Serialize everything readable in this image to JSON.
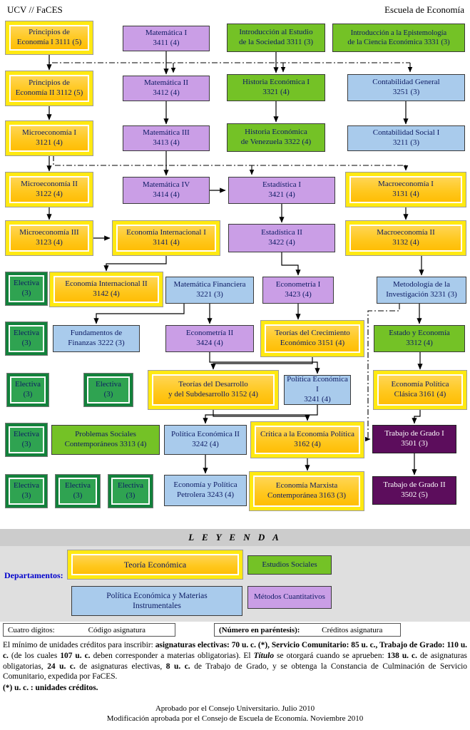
{
  "header": {
    "left": "UCV  //  FaCES",
    "right": "Escuela de Economía"
  },
  "courses": {
    "principios1": "Principios de\nEconomía I  3111  (5)",
    "matematica1": "Matemática  I\n3411  (4)",
    "intro_sociedad": "Introducción al Estudio\nde la Sociedad  3311  (3)",
    "intro_epistemologia": "Introducción a la Epistemología\nde la Ciencia  Económica  3331  (3)",
    "principios2": "Principios de\nEconomía II  3112  (5)",
    "matematica2": "Matemática  II\n3412  (4)",
    "historia1": "Historia Económica I\n3321  (4)",
    "contab_general": "Contabilidad General\n3251 (3)",
    "micro1": "Microeconomía  I\n3121  (4)",
    "matematica3": "Matemática  III\n3413  (4)",
    "historia_vzla": "Historia Económica\nde Venezuela  3322  (4)",
    "contab_social": "Contabilidad Social  I\n3211  (3)",
    "micro2": "Microeconomía  II\n3122  (4)",
    "matematica4": "Matemática  IV\n3414  (4)",
    "estadistica1": "Estadística  I\n3421  (4)",
    "macro1": "Macroeconomía  I\n3131  (4)",
    "micro3": "Microeconomía  III\n3123  (4)",
    "econ_int1": "Economía  Internacional  I\n3141  (4)",
    "estadistica2": "Estadística  II\n3422  (4)",
    "macro2": "Macroeconomía  II\n3132  (4)",
    "electiva": "Electiva\n(3)",
    "econ_int2": "Economía Internacional  II\n3142   (4)",
    "mat_financiera": "Matemática Financiera\n3221  (3)",
    "econometria1": "Econometría  I\n3423  (4)",
    "metodologia": "Metodología de la\nInvestigación  3231  (3)",
    "fund_finanzas": "Fundamentos de\nFinanzas  3222  (3)",
    "econometria2": "Econometría II\n3424  (4)",
    "teorias_crecimiento": "Teorías del Crecimiento\nEconómico  3151  (4)",
    "estado_economia": "Estado y Economía\n3312  (4)",
    "teorias_desarrollo": "Teorías del Desarrollo\ny del Subdesarrollo  3152  (4)",
    "politica_economica1": "Política Económica I\n3241  (4)",
    "econ_politica_clasica": "Economía  Política\nClásica  3161  (4)",
    "problemas_sociales": "Problemas Sociales\nContemporáneos  3313  (4)",
    "politica_economica2": "Política Económica II\n3242  (4)",
    "critica": "Crítica a la Economía Política\n3162  (4)",
    "trabajo_grado1": "Trabajo de Grado I\n3501  (3)",
    "econ_petrolera": "Economía y Política\nPetrolera  3243  (4)",
    "econ_marxista": "Economía Marxista\nContemporánea 3163 (3)",
    "trabajo_grado2": "Trabajo de Grado II\n3502  (5)"
  },
  "legend": {
    "title": "L E Y E N D A",
    "departamentos": "Departamentos:",
    "teoria": "Teoría   Económica",
    "estudios": "Estudios  Sociales",
    "politica": "Política  Económica  y  Materias\nInstrumentales",
    "metodos": "Métodos  Cuantitativos",
    "cuatro_digitos": "Cuatro dígitos:",
    "codigo": "Código asignatura",
    "parentesis": "(Número en paréntesis):",
    "creditos": "Créditos asignatura"
  },
  "notes": {
    "main": [
      {
        "t": "El mínimo de unidades créditos para inscribir: ",
        "b": false
      },
      {
        "t": "asignaturas electivas: 70 u. c. (*), Servicio Comunitario: 85 u. c., Trabajo de Grado: 110 u. c.",
        "b": true
      },
      {
        "t": " (de los cuales ",
        "b": false
      },
      {
        "t": "107 u. c.",
        "b": true
      },
      {
        "t": " deben corresponder a materias obligatorias). El ",
        "b": false
      },
      {
        "t": "Título",
        "b": true,
        "i": true
      },
      {
        "t": " se otorgará cuando se aprueben: ",
        "b": false
      },
      {
        "t": "138 u. c.",
        "b": true
      },
      {
        "t": " de asignaturas obligatorias, ",
        "b": false
      },
      {
        "t": "24 u. c.",
        "b": true
      },
      {
        "t": " de asignaturas electivas, ",
        "b": false
      },
      {
        "t": "8 u. c.",
        "b": true
      },
      {
        "t": " de Trabajo de Grado, y se obtenga la Constancia de Culminación de Servicio Comunitario, expedida por FaCES.",
        "b": false
      }
    ],
    "footnote": "(*) u. c. : unidades créditos."
  },
  "footer": {
    "line1": "Aprobado por el Consejo Universitario. Julio 2010",
    "line2": "Modificación aprobada por el Consejo de Escuela de Economía. Noviembre 2010"
  }
}
